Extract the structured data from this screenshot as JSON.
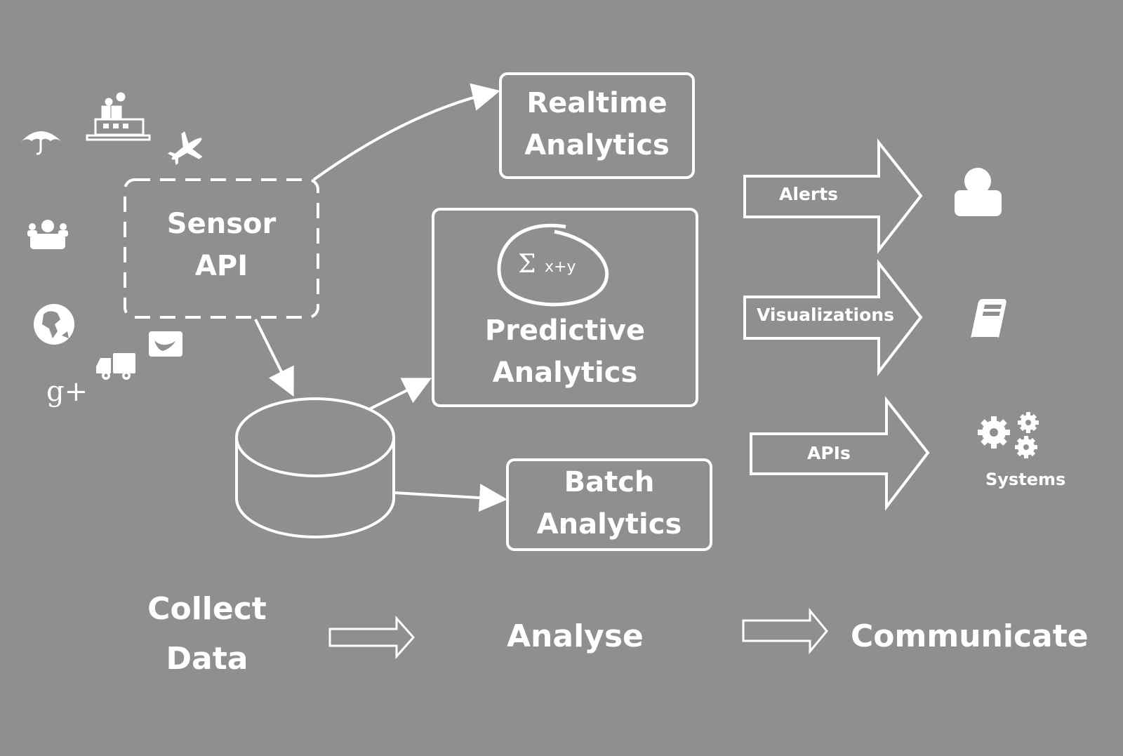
{
  "background_color": "#8f8f8f",
  "foreground_color": "#ffffff",
  "sources": {
    "label_line1": "Sensor",
    "label_line2": "API",
    "icons": [
      "umbrella-icon",
      "factory-icon",
      "airplane-icon",
      "group-icon",
      "globe-icon",
      "twitter-icon",
      "truck-icon",
      "google-plus-icon"
    ],
    "google_plus_text": "g+"
  },
  "database": {
    "icon": "database-icon"
  },
  "analytics": {
    "realtime": {
      "line1": "Realtime",
      "line2": "Analytics"
    },
    "predictive": {
      "line1": "Predictive",
      "line2": "Analytics",
      "formula_sigma": "Σ",
      "formula_expr": "x+y"
    },
    "batch": {
      "line1": "Batch",
      "line2": "Analytics"
    }
  },
  "outputs": [
    {
      "arrow_label": "Alerts",
      "target_icon": "user-icon"
    },
    {
      "arrow_label": "Visualizations",
      "target_icon": "book-icon"
    },
    {
      "arrow_label": "APIs",
      "target_icon": "gears-icon",
      "target_label": "Systems"
    }
  ],
  "stages": {
    "collect_line1": "Collect",
    "collect_line2": "Data",
    "analyse": "Analyse",
    "communicate": "Communicate"
  }
}
